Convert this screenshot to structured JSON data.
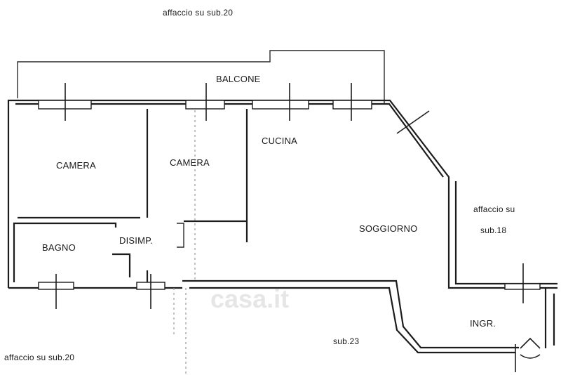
{
  "labels": {
    "top_note": "affaccio su sub.20",
    "balcone": "BALCONE",
    "cucina": "CUCINA",
    "camera_1": "CAMERA",
    "camera_2": "CAMERA",
    "soggiorno": "SOGGIORNO",
    "disimp": "DISIMP.",
    "bagno": "BAGNO",
    "right_note_1": "affaccio su",
    "right_note_2": "sub.18",
    "ingr": "INGR.",
    "sub23": "sub.23",
    "bottom_note": "affaccio su sub.20"
  },
  "watermark": "casa.it",
  "colors": {
    "wall": "#1c1c1c",
    "background": "#ffffff"
  }
}
